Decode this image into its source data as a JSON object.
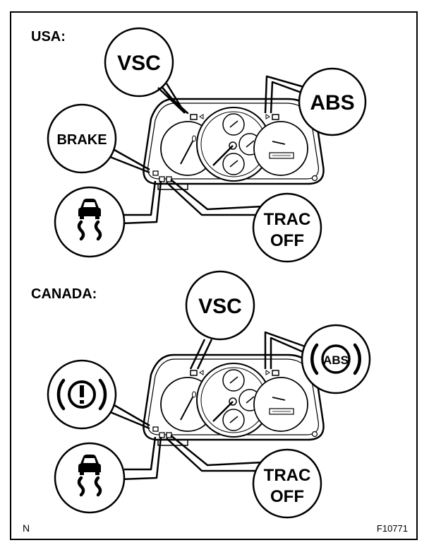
{
  "sections": [
    {
      "heading": "USA:",
      "callouts": {
        "vsc": "VSC",
        "abs": "ABS",
        "brake": "BRAKE",
        "trac_off_line1": "TRAC",
        "trac_off_line2": "OFF"
      },
      "icons": {
        "abs": "abs-text",
        "brake": "brake-text",
        "slip": "skid-car-icon"
      }
    },
    {
      "heading": "CANADA:",
      "callouts": {
        "vsc": "VSC",
        "abs": "ABS",
        "trac_off_line1": "TRAC",
        "trac_off_line2": "OFF"
      },
      "icons": {
        "abs": "abs-circle-icon",
        "brake": "brake-warning-icon",
        "slip": "skid-car-icon"
      }
    }
  ],
  "footer": {
    "left": "N",
    "right": "F10771"
  },
  "colors": {
    "ink": "#000000",
    "paper": "#ffffff"
  }
}
